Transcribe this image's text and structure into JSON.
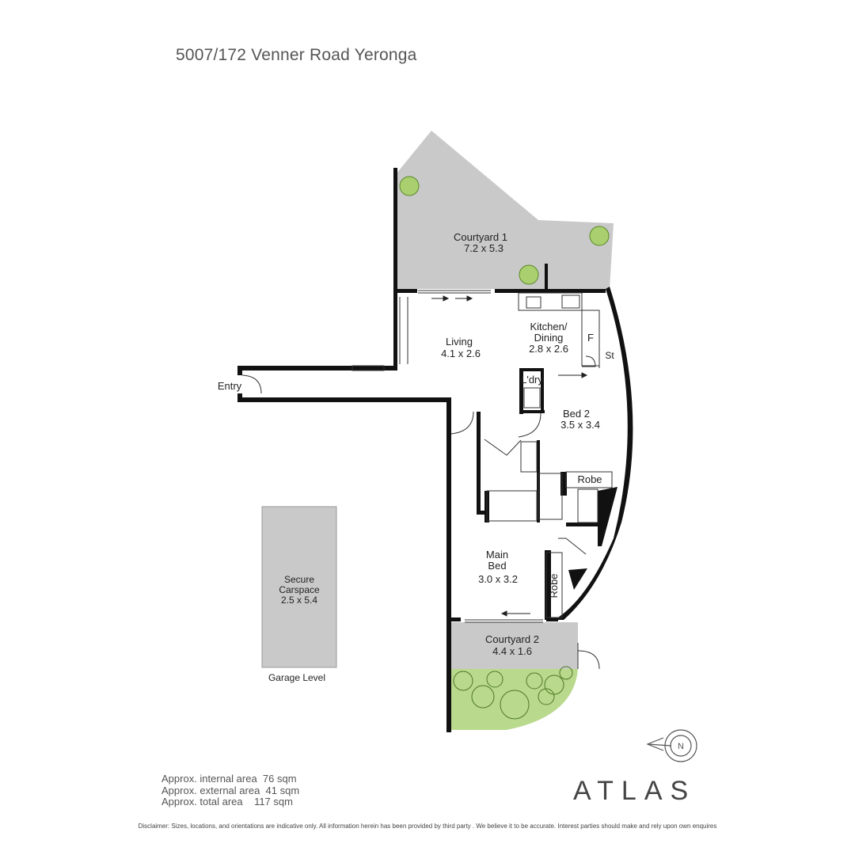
{
  "title": "5007/172 Venner Road Yeronga",
  "rooms": {
    "courtyard1": {
      "name": "Courtyard 1",
      "dims": "7.2 x 5.3"
    },
    "living": {
      "name": "Living",
      "dims": "4.1 x 2.6"
    },
    "kitchen": {
      "name1": "Kitchen/",
      "name2": "Dining",
      "dims": "2.8 x 2.6"
    },
    "fridge": "F",
    "store": "St",
    "laundry": "L'dry",
    "bed2": {
      "name": "Bed 2",
      "dims": "3.5 x 3.4"
    },
    "robe_bed2": "Robe",
    "main_bed": {
      "name1": "Main",
      "name2": "Bed",
      "dims": "3.0 x 3.2"
    },
    "robe_main": "Robe",
    "courtyard2": {
      "name": "Courtyard 2",
      "dims": "4.4 x 1.6"
    },
    "entry": "Entry",
    "carspace": {
      "name1": "Secure",
      "name2": "Carspace",
      "dims": "2.5 x 5.4"
    },
    "garage_level": "Garage Level"
  },
  "areas": {
    "internal": "Approx. internal area  76 sqm",
    "external": "Approx. external area  41 sqm",
    "total": "Approx. total area    117 sqm"
  },
  "compass_letter": "N",
  "logo": "ATLAS",
  "disclaimer": "Disclaimer: Sizes, locations, and orientations are indicative only. All information herein has been provided by third party . We believe it to be accurate. Interest parties should make and rely upon own enquires",
  "colors": {
    "courtyard_fill": "#c9c9c9",
    "garden_fill": "#b9d98c",
    "wall": "#111111"
  }
}
